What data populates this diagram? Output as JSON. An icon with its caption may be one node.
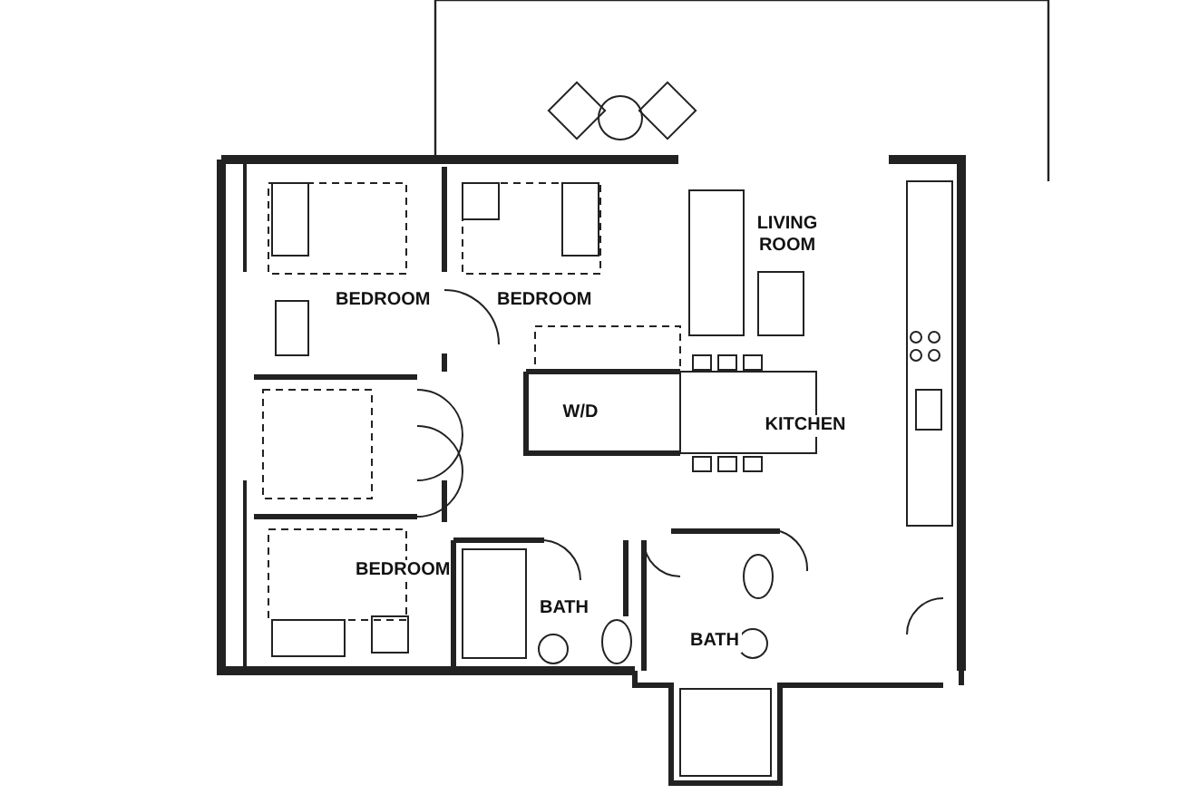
{
  "diagram": {
    "labels": [
      "LIVING ROOM",
      "BEDROOM",
      "BEDROOM",
      "W/D",
      "KITCHEN",
      "BEDROOM",
      "BATH",
      "BATH"
    ]
  }
}
